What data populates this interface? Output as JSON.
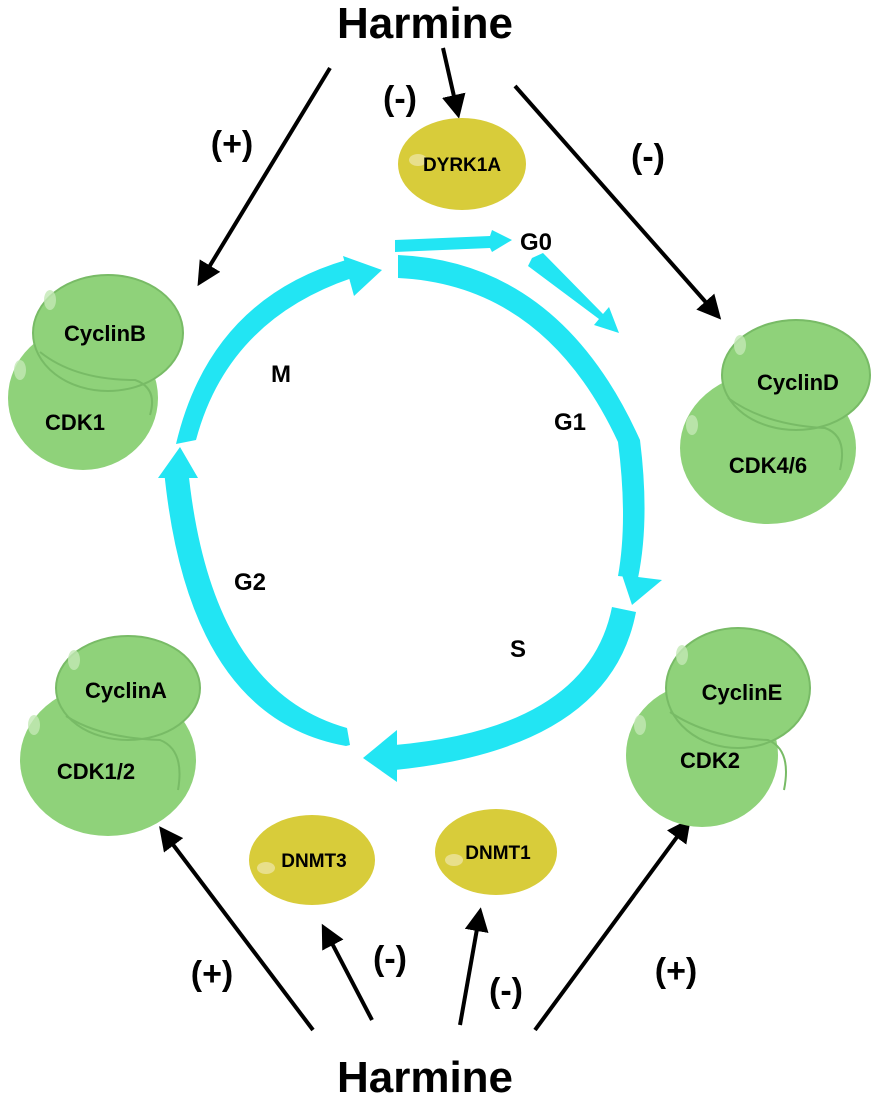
{
  "drug": {
    "top": "Harmine",
    "bottom": "Harmine"
  },
  "phases": {
    "g0": "G0",
    "g1": "G1",
    "s": "S",
    "g2": "G2",
    "m": "M"
  },
  "complexes": {
    "b": {
      "cyclin": "CyclinB",
      "cdk": "CDK1"
    },
    "d": {
      "cyclin": "CyclinD",
      "cdk": "CDK4/6"
    },
    "a": {
      "cyclin": "CyclinA",
      "cdk": "CDK1/2"
    },
    "e": {
      "cyclin": "CyclinE",
      "cdk": "CDK2"
    }
  },
  "enzymes": {
    "dyrk1a": "DYRK1A",
    "dnmt3": "DNMT3",
    "dnmt1": "DNMT1"
  },
  "effects": {
    "cyclinb": "(+)",
    "dyrk1a": "(-)",
    "cyclind": "(-)",
    "cyclina": "(+)",
    "dnmt3": "(-)",
    "dnmt1": "(-)",
    "cycline": "(+)"
  },
  "colors": {
    "cycle": "#22e5f3",
    "complex": "#8fd27a",
    "complex_edge": "#78bb66",
    "enzyme": "#d8cc3a",
    "arrow": "#000000"
  }
}
